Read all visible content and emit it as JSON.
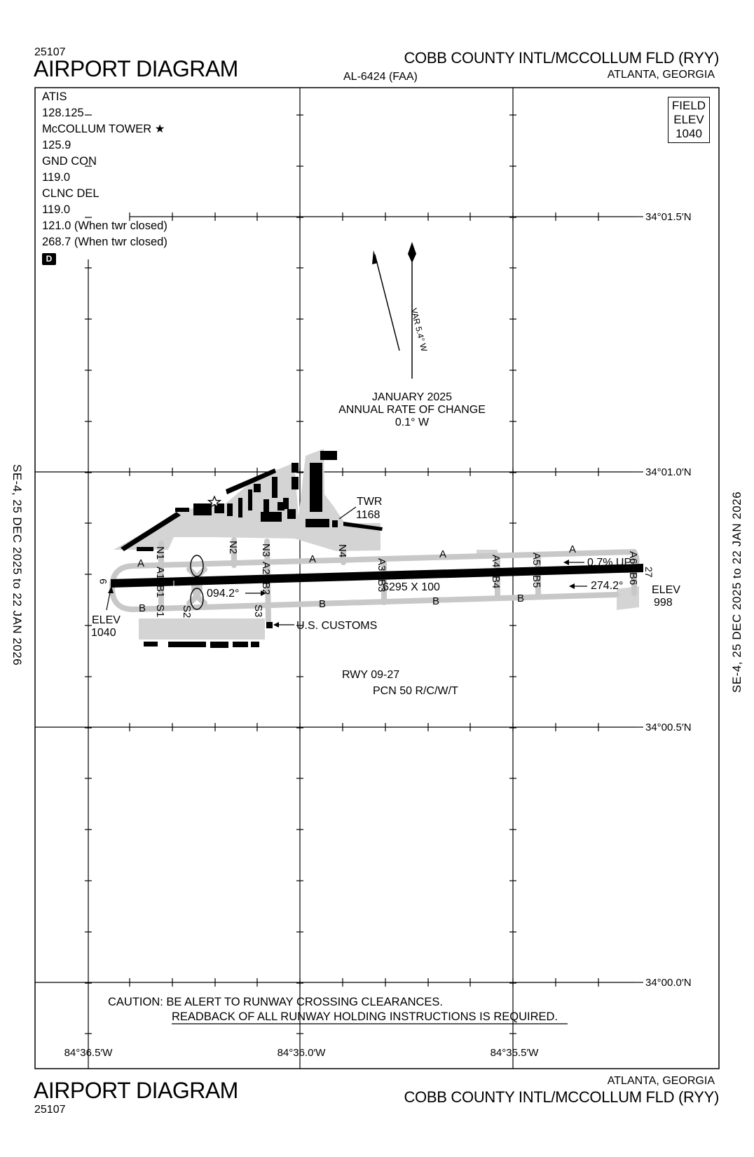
{
  "header": {
    "chart_id_top": "25107",
    "title_top": "AIRPORT DIAGRAM",
    "faa_number": "AL-6424 (FAA)",
    "airport_name_top": "COBB COUNTY INTL/MCCOLLUM FLD (RYY)",
    "city_top": "ATLANTA, GEORGIA"
  },
  "footer": {
    "title_bottom": "AIRPORT DIAGRAM",
    "chart_id_bottom": "25107",
    "city_bottom": "ATLANTA, GEORGIA",
    "airport_name_bottom": "COBB COUNTY INTL/MCCOLLUM FLD (RYY)"
  },
  "side_labels": {
    "left": "SE-4,  25 DEC 2025  to  22 JAN 2026",
    "right": "SE-4,  25 DEC 2025  to  22 JAN 2026"
  },
  "frequencies": [
    "ATIS",
    "128.125",
    "McCOLLUM TOWER ★",
    "125.9",
    "GND CON",
    "119.0",
    "CLNC DEL",
    "119.0",
    "121.0 (When twr closed)",
    "268.7 (When twr closed)"
  ],
  "d_symbol": "D",
  "field_elev": {
    "line1": "FIELD",
    "line2": "ELEV",
    "value": "1040"
  },
  "latitudes": [
    "34°01.5′N",
    "34°01.0′N",
    "34°00.5′N",
    "34°00.0′N"
  ],
  "longitudes": [
    "84°36.5′W",
    "84°36.0′W",
    "84°35.5′W"
  ],
  "magnetic": {
    "variation": "VAR 5.4° W",
    "date": "JANUARY 2025",
    "rate_label": "ANNUAL RATE OF CHANGE",
    "rate_value": "0.1° W"
  },
  "tower": {
    "label": "TWR",
    "elevation": "1168"
  },
  "runway": {
    "end_west": "9",
    "end_east": "27",
    "dimensions": "6295 X 100",
    "heading_west": "094.2°",
    "heading_east": "274.2°",
    "slope": "0.7% UP",
    "elev_west_label": "ELEV",
    "elev_west_value": "1040",
    "elev_east_label": "ELEV",
    "elev_east_value": "998",
    "designation": "RWY 09-27",
    "pcn": "PCN 50 R/C/W/T"
  },
  "taxiways": {
    "north_parallel": "A",
    "south_parallel": "B",
    "connectors": [
      "N1",
      "N2",
      "N3",
      "N4",
      "A1",
      "A2",
      "A3",
      "A4",
      "A5",
      "A6",
      "B1",
      "B2",
      "B3",
      "B4",
      "B5",
      "B6",
      "S1",
      "S2",
      "S3"
    ]
  },
  "customs": "U.S. CUSTOMS",
  "caution": {
    "line1": "CAUTION: BE ALERT TO RUNWAY CROSSING CLEARANCES.",
    "line2": "READBACK OF ALL RUNWAY HOLDING INSTRUCTIONS IS REQUIRED."
  }
}
